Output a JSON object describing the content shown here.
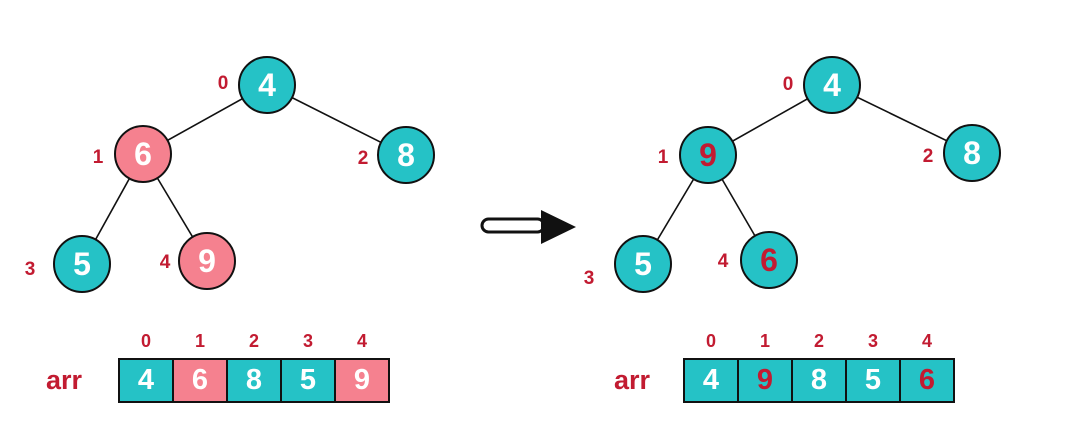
{
  "colors": {
    "teal": "#25c2c6",
    "pink": "#f5818f",
    "dark_red": "#c21b31",
    "white": "#ffffff",
    "black": "#111111"
  },
  "before": {
    "tree": {
      "nodes": [
        {
          "index_label": "0",
          "value": "4",
          "fill": "#25c2c6",
          "value_color": "#ffffff"
        },
        {
          "index_label": "1",
          "value": "6",
          "fill": "#f5818f",
          "value_color": "#ffffff"
        },
        {
          "index_label": "2",
          "value": "8",
          "fill": "#25c2c6",
          "value_color": "#ffffff"
        },
        {
          "index_label": "3",
          "value": "5",
          "fill": "#25c2c6",
          "value_color": "#ffffff"
        },
        {
          "index_label": "4",
          "value": "9",
          "fill": "#f5818f",
          "value_color": "#ffffff"
        }
      ]
    },
    "array": {
      "label": "arr",
      "indices": [
        "0",
        "1",
        "2",
        "3",
        "4"
      ],
      "cells": [
        {
          "value": "4",
          "bg": "#25c2c6",
          "fg": "#ffffff"
        },
        {
          "value": "6",
          "bg": "#f5818f",
          "fg": "#ffffff"
        },
        {
          "value": "8",
          "bg": "#25c2c6",
          "fg": "#ffffff"
        },
        {
          "value": "5",
          "bg": "#25c2c6",
          "fg": "#ffffff"
        },
        {
          "value": "9",
          "bg": "#f5818f",
          "fg": "#ffffff"
        }
      ]
    }
  },
  "after": {
    "tree": {
      "nodes": [
        {
          "index_label": "0",
          "value": "4",
          "fill": "#25c2c6",
          "value_color": "#ffffff"
        },
        {
          "index_label": "1",
          "value": "9",
          "fill": "#25c2c6",
          "value_color": "#c21b31"
        },
        {
          "index_label": "2",
          "value": "8",
          "fill": "#25c2c6",
          "value_color": "#ffffff"
        },
        {
          "index_label": "3",
          "value": "5",
          "fill": "#25c2c6",
          "value_color": "#ffffff"
        },
        {
          "index_label": "4",
          "value": "6",
          "fill": "#25c2c6",
          "value_color": "#c21b31"
        }
      ]
    },
    "array": {
      "label": "arr",
      "indices": [
        "0",
        "1",
        "2",
        "3",
        "4"
      ],
      "cells": [
        {
          "value": "4",
          "bg": "#25c2c6",
          "fg": "#ffffff"
        },
        {
          "value": "9",
          "bg": "#25c2c6",
          "fg": "#c21b31"
        },
        {
          "value": "8",
          "bg": "#25c2c6",
          "fg": "#ffffff"
        },
        {
          "value": "5",
          "bg": "#25c2c6",
          "fg": "#ffffff"
        },
        {
          "value": "6",
          "bg": "#25c2c6",
          "fg": "#c21b31"
        }
      ]
    }
  }
}
